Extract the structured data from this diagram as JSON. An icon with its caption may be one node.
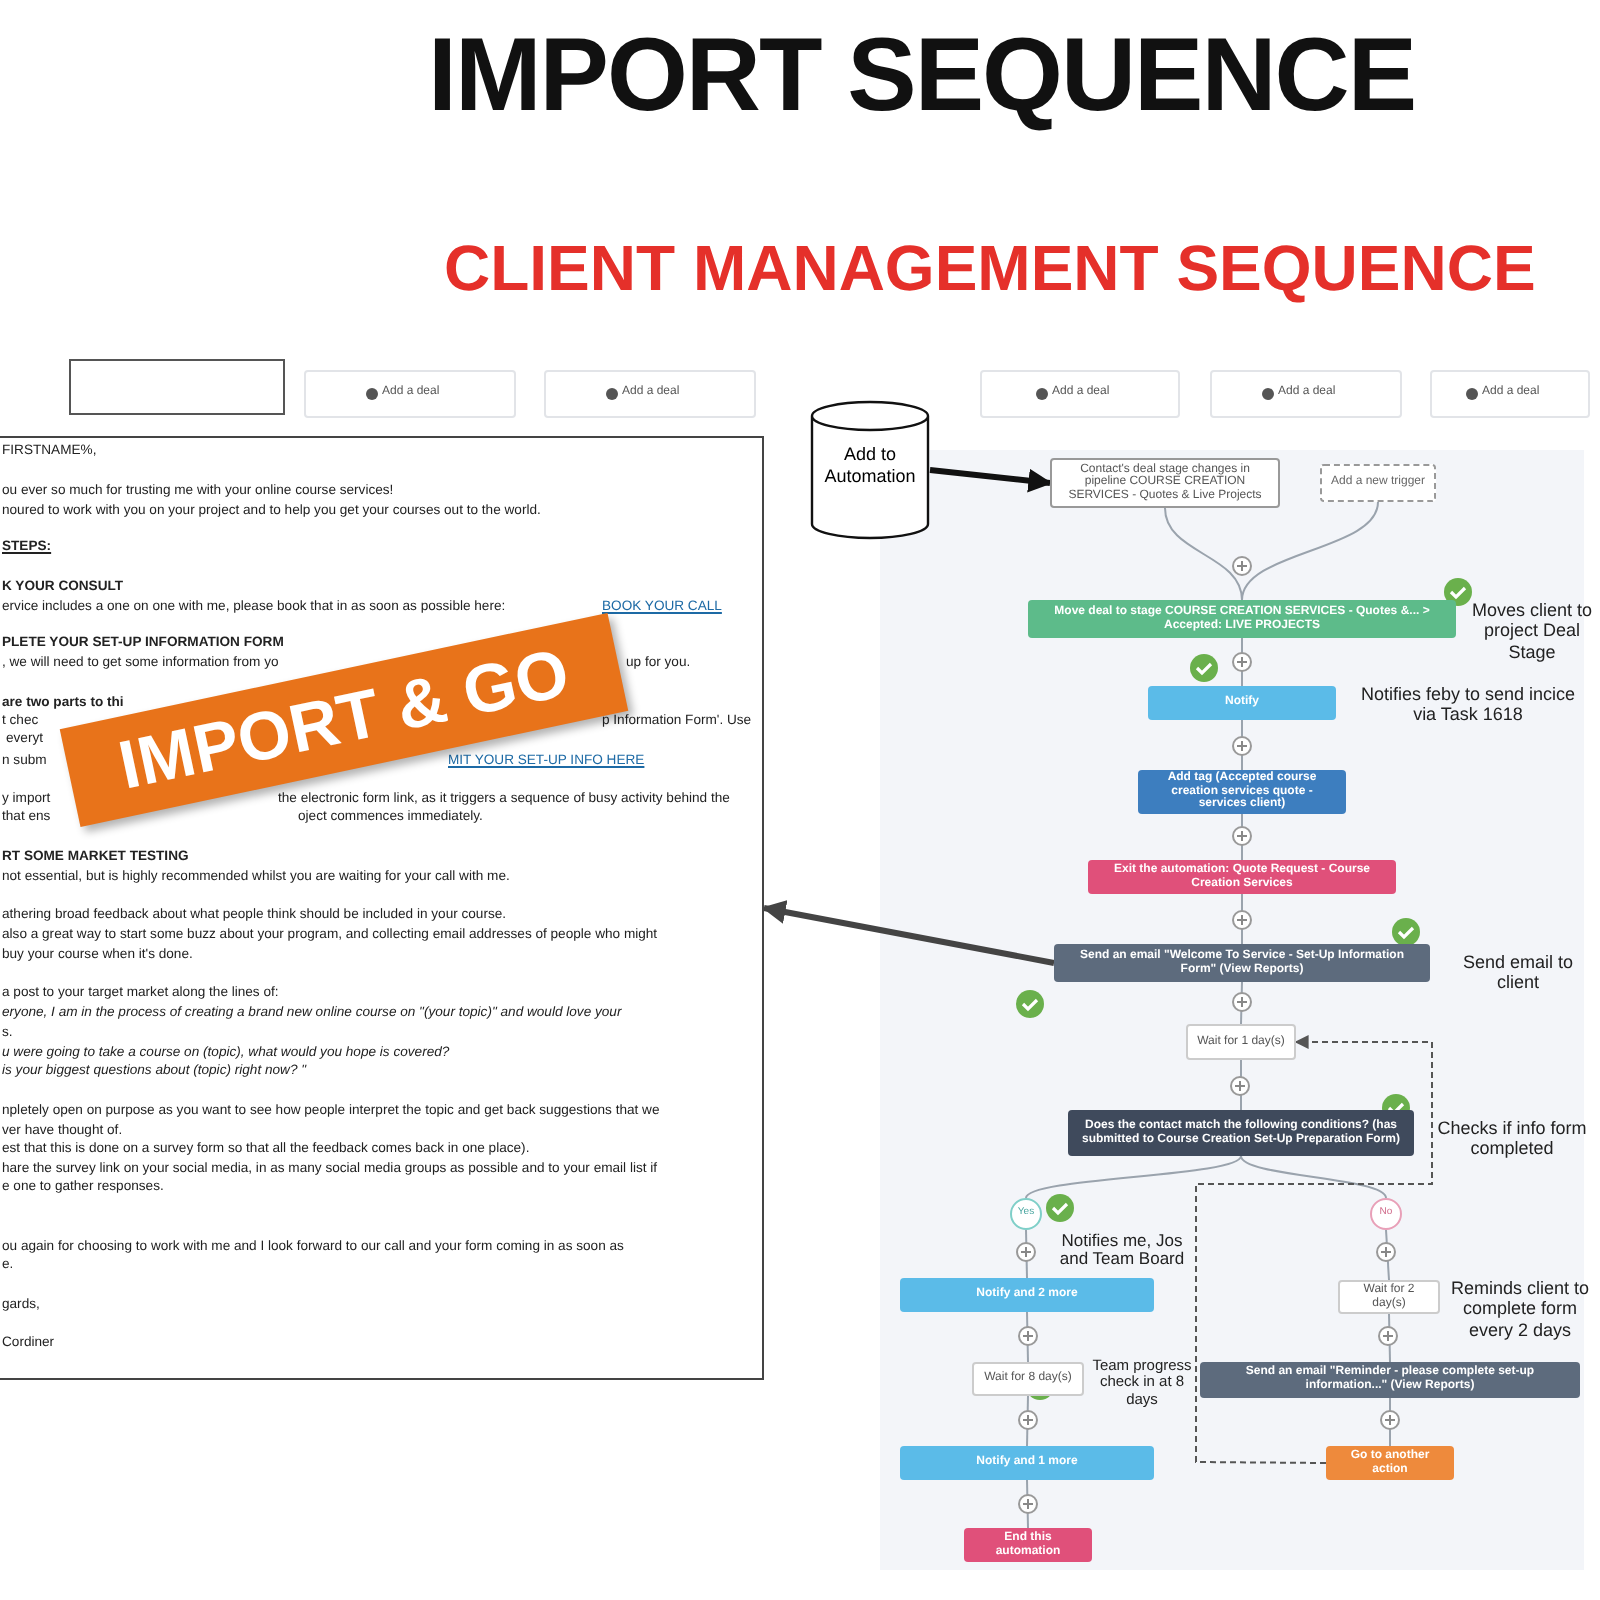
{
  "diagram": {
    "title": "IMPORT SEQUENCE",
    "nodes": [
      {
        "text": [
          "FIRSTNAME%,",
          "ou ever so much for trusting me with your online course services!",
          "noured to work with you on your project and to help you get your courses out to the world.",
          "STEPS:",
          "K YOUR CONSULT",
          "ervice includes a one on one with me, please book that in as soon as possible here:",
          "BOOK YOUR CALL",
          "PLETE YOUR SET-UP INFORMATION FORM",
          ", we will need to get some information from yo",
          "up for you.",
          "are two parts to thi",
          "t chec",
          "p Information Form'. Use",
          "everyt",
          "n subm",
          "MIT YOUR SET-UP INFO HERE",
          "y import",
          "the electronic form link, as it triggers a sequence of busy activity behind the",
          "that ens",
          "oject commences immediately.",
          "RT SOME MARKET TESTING",
          "not essential, but is highly recommended whilst you are waiting for your call with me.",
          "athering broad feedback about what people think should be included in your course.",
          "also a great way to start some buzz about your program, and collecting email addresses of people who might",
          "buy your course when it's done.",
          "a post to your target market along the lines of:",
          "eryone, I am in the process of creating a brand new online course on \"(your topic)\" and  would love your",
          "s.",
          "u were going to take a course on (topic), what would you hope is covered?",
          "is your biggest questions about (topic) right now?  \"",
          "npletely open on purpose as you want to see how people interpret the topic and get back suggestions that we",
          "ver have thought of.",
          "est that this is done on a survey form so that all the feedback comes back in one place).",
          "hare the survey link on your social media, in as many social media groups as possible and to your email list if",
          "e one to gather responses.",
          "ou again for choosing to work with me and I look forward to our call and your form coming in as soon as",
          "e.",
          "gards,",
          "Cordiner"
        ]
      },
      {
        "text": [
          "Add to Automation"
        ]
      },
      {
        "text": [
          "Contact's deal stage changes in pipeline COURSE CREATION SERVICES - Quotes & Live Projects"
        ]
      },
      {
        "text": [
          "Add a new trigger"
        ]
      },
      {
        "text": [
          "Move deal to stage COURSE CREATION SERVICES - Quotes &... > Accepted: LIVE PROJECTS"
        ],
        "beside": [
          "Moves client to project Deal Stage"
        ]
      },
      {
        "text": [
          "Notify"
        ],
        "beside": [
          "Notifies feby to send incice via Task 1618"
        ]
      },
      {
        "text": [
          "Add tag (Accepted course creation services quote - services client)"
        ]
      },
      {
        "text": [
          "Exit the automation: Quote Request - Course Creation Services"
        ]
      },
      {
        "text": [
          "Send an email \"Welcome To Service - Set-Up Information Form\" (View Reports)"
        ],
        "beside": [
          "Send email to client"
        ]
      },
      {
        "text": [
          "Wait for 1 day(s)"
        ]
      },
      {
        "text": [
          "Does the contact match the following conditions? (has submitted to Course Creation Set-Up Preparation Form)"
        ],
        "beside": [
          "Checks if info form completed"
        ]
      },
      {
        "text": [
          "Yes"
        ]
      },
      {
        "text": [
          "No"
        ]
      },
      {
        "text": [
          "Notify and 2 more"
        ],
        "beside": [
          "Notifies me, Jos and Team Board"
        ]
      },
      {
        "text": [
          "Wait for 8 day(s)"
        ],
        "beside": [
          "Team progress check in at 8 days"
        ]
      },
      {
        "text": [
          "Notify and 1 more"
        ]
      },
      {
        "text": [
          "End this automation"
        ]
      },
      {
        "text": [
          "Wait for 2 day(s)"
        ],
        "beside": [
          "Reminds client to complete form every 2 days"
        ]
      },
      {
        "text": [
          "Send an email \"Reminder - please complete set-up information...\" (View Reports)"
        ]
      },
      {
        "text": [
          "Go to another action"
        ]
      }
    ],
    "edges": [
      {
        "from": 1,
        "to": 2,
        "arrow": "to",
        "style": "thick",
        "color": "#111111"
      },
      {
        "from": 2,
        "to": 4,
        "arrow": "none"
      },
      {
        "from": 3,
        "to": 4,
        "arrow": "none"
      },
      {
        "from": 4,
        "to": 5,
        "arrow": "none"
      },
      {
        "from": 5,
        "to": 6,
        "arrow": "none"
      },
      {
        "from": 6,
        "to": 7,
        "arrow": "none"
      },
      {
        "from": 7,
        "to": 8,
        "arrow": "none"
      },
      {
        "from": 8,
        "to": 9,
        "arrow": "none"
      },
      {
        "from": 9,
        "to": 10,
        "arrow": "none"
      },
      {
        "from": 10,
        "to": 11,
        "arrow": "none"
      },
      {
        "from": 10,
        "to": 12,
        "arrow": "none"
      },
      {
        "from": 11,
        "to": 13,
        "arrow": "none"
      },
      {
        "from": 13,
        "to": 14,
        "arrow": "none"
      },
      {
        "from": 14,
        "to": 15,
        "arrow": "none"
      },
      {
        "from": 15,
        "to": 16,
        "arrow": "none"
      },
      {
        "from": 12,
        "to": 17,
        "arrow": "none"
      },
      {
        "from": 17,
        "to": 18,
        "arrow": "none"
      },
      {
        "from": 18,
        "to": 19,
        "arrow": "none"
      },
      {
        "from": 19,
        "to": 9,
        "arrow": "to",
        "style": "dashed",
        "color": "#555555"
      },
      {
        "from": 8,
        "to": 0,
        "arrow": "to",
        "style": "thick",
        "color": "#444444"
      }
    ],
    "labels": [
      "CLIENT MANAGEMENT SEQUENCE",
      "IMPORT & GO",
      "Add a deal",
      "Add a deal",
      "Add a deal",
      "Add a deal",
      "Add a deal"
    ]
  }
}
